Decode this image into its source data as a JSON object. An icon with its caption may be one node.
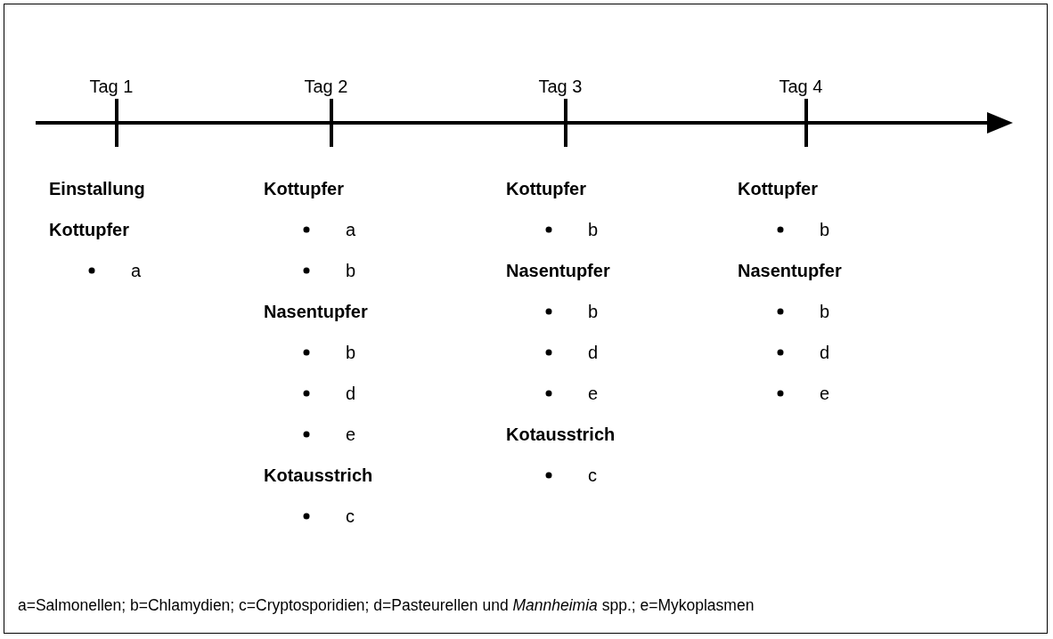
{
  "diagram": {
    "labels": [
      "Tag 1",
      "Tag 2",
      "Tag 3",
      "Tag 4",
      "Einstallung",
      "Kottupfer",
      "a",
      "Kottupfer",
      "a",
      "b",
      "Nasentupfer",
      "b",
      "d",
      "e",
      "Kotausstrich",
      "c",
      "Kottupfer",
      "b",
      "Nasentupfer",
      "b",
      "d",
      "e",
      "Kotausstrich",
      "c",
      "Kottupfer",
      "b",
      "Nasentupfer",
      "b",
      "d",
      "e",
      "a=Salmonellen; b=Chlamydien; c=Cryptosporidien; d=Pasteurellen und *Mannheimia* spp.; e=Mykoplasmen"
    ]
  }
}
